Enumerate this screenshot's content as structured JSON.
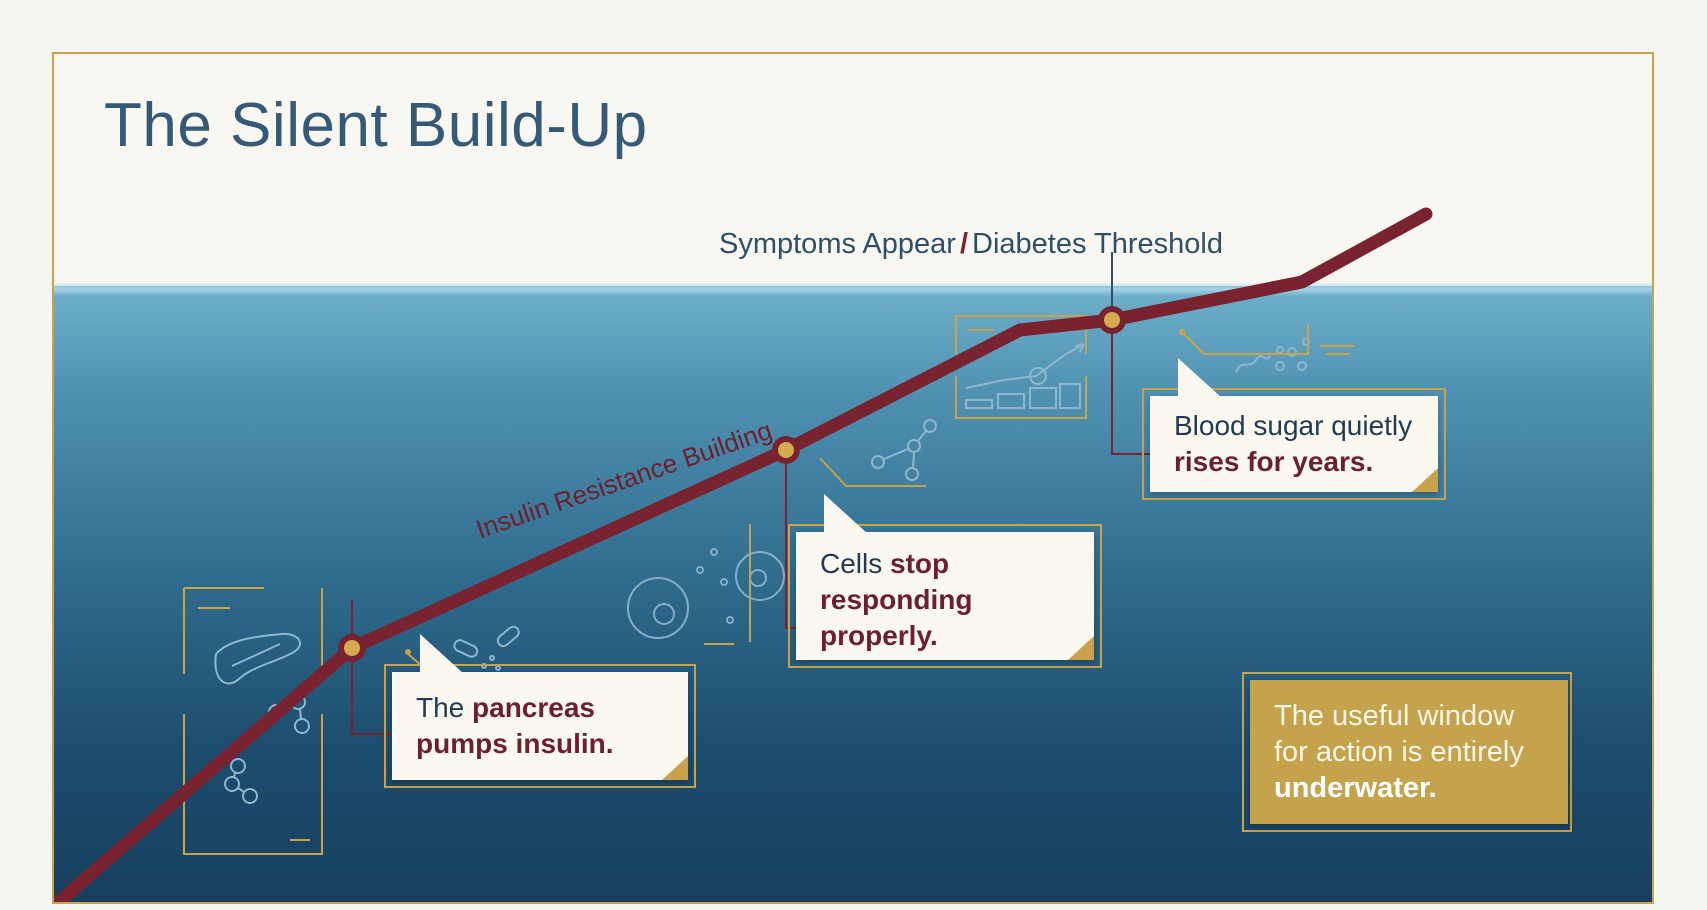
{
  "title": "The Silent Build-Up",
  "threshold": {
    "part1": "Symptoms Appear",
    "separator": "/",
    "part2": "Diabetes Threshold"
  },
  "curve_label": "Insulin Resistance Building",
  "callouts": [
    {
      "pre": "The ",
      "bold": "pancreas",
      "line2": "pumps insulin."
    },
    {
      "pre": "Cells ",
      "bold": "stop",
      "line2": "responding",
      "line3": "properly."
    },
    {
      "pre": "Blood sugar quietly",
      "line2": "rises for years."
    }
  ],
  "note": {
    "line1": "The useful window",
    "line2": "for action is entirely",
    "bold": "underwater."
  },
  "colors": {
    "curve": "#7a2330",
    "accent_gold": "#c9a24b",
    "title": "#345a78",
    "water_deep": "#173f5e",
    "water_surface": "#6fb0cc"
  },
  "icons": [
    "pancreas-icon",
    "molecule-icon",
    "pill-icon",
    "cell-icon",
    "chart-icon",
    "glucose-icon"
  ]
}
